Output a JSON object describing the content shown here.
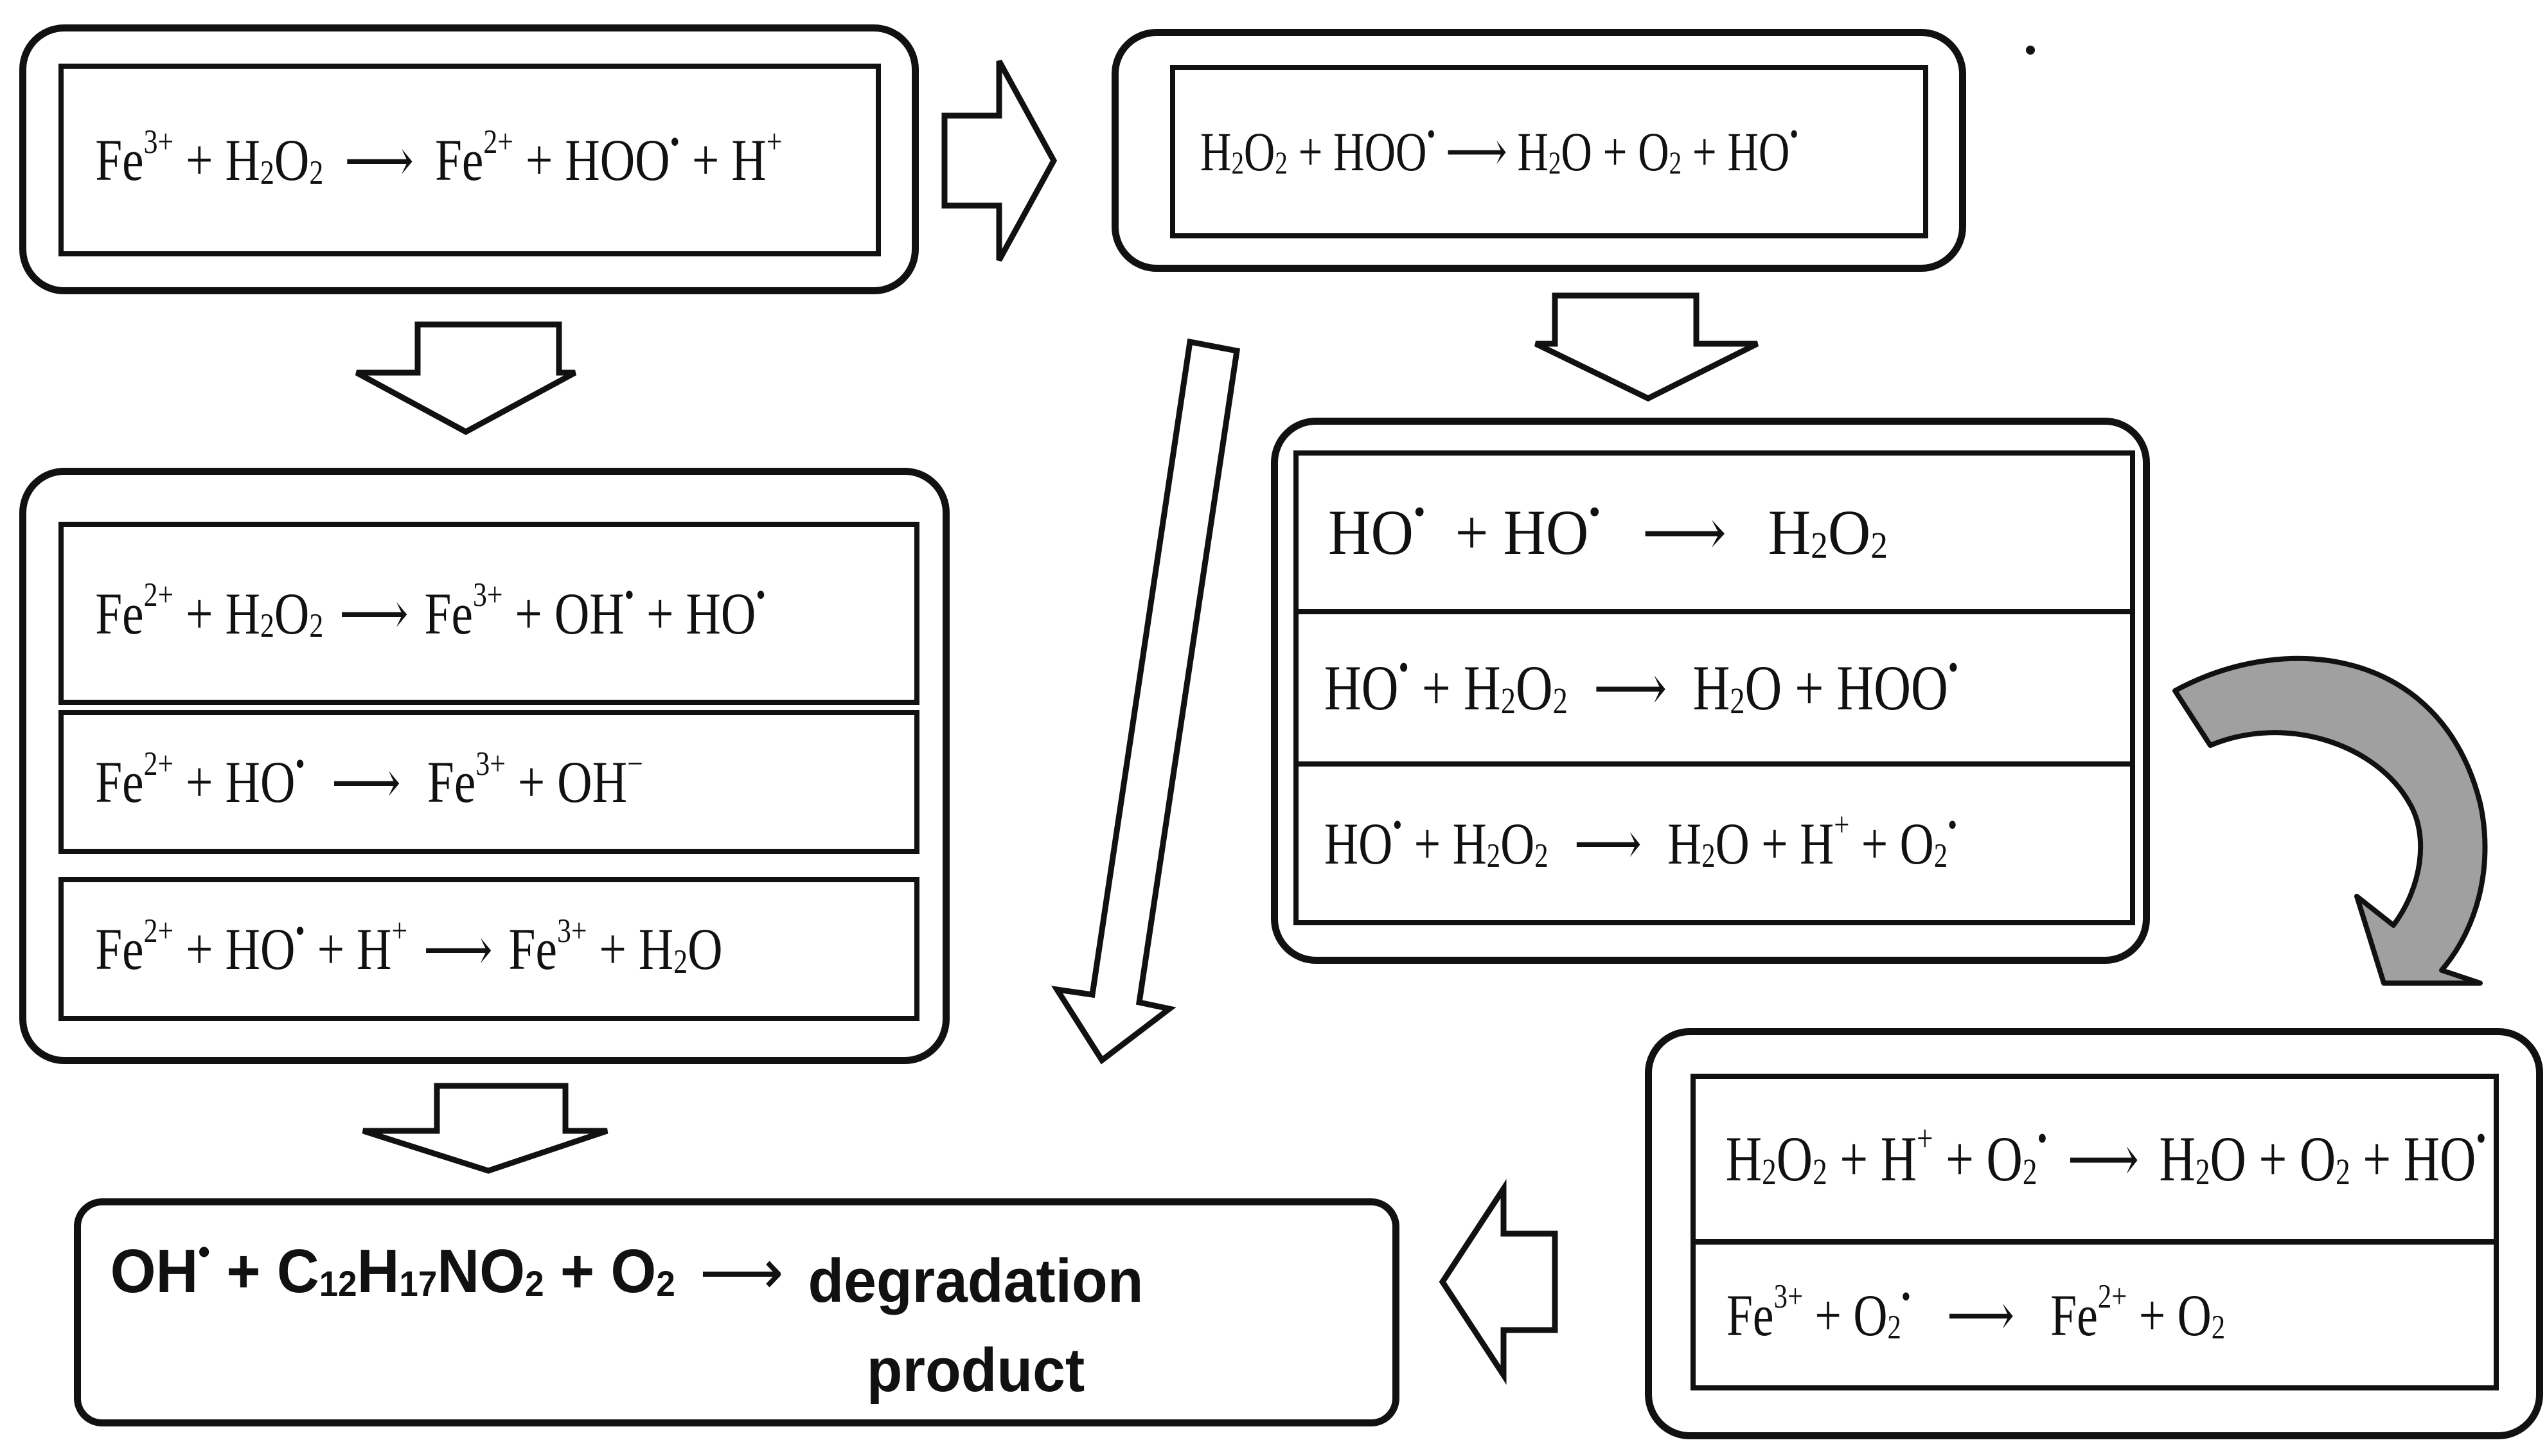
{
  "reactions": {
    "r1": {
      "lhs": [
        "Fe",
        "3+",
        "",
        " + H",
        "",
        "2",
        "O",
        "",
        "2"
      ],
      "rhs": "Fe2+ + HOO· + H+"
    },
    "r2": "H2O2 + HOO· → H2O + O2 + HO·",
    "r3": "Fe2+ + H2O2 → Fe3+ + OH· + HO·",
    "r4": "Fe2+ + HO· → Fe3+ + OH−",
    "r5": "Fe2+ + HO· + H+ → Fe3+ + H2O",
    "r6": "HO· + HO· → H2O2",
    "r7": "HO· + H2O2 → H2O + HOO·",
    "r8": "HO· + H2O2 → H2O + H+ + O2·",
    "r9": "H2O2 + H+ + O2· → H2O + O2 + HO·",
    "r10": "Fe3+ + O2· → Fe2+ + O2",
    "final": "OH· + C12H17NO2 + O2 → degradation product"
  },
  "labels": {
    "degradation": "degradation",
    "product": "product"
  }
}
